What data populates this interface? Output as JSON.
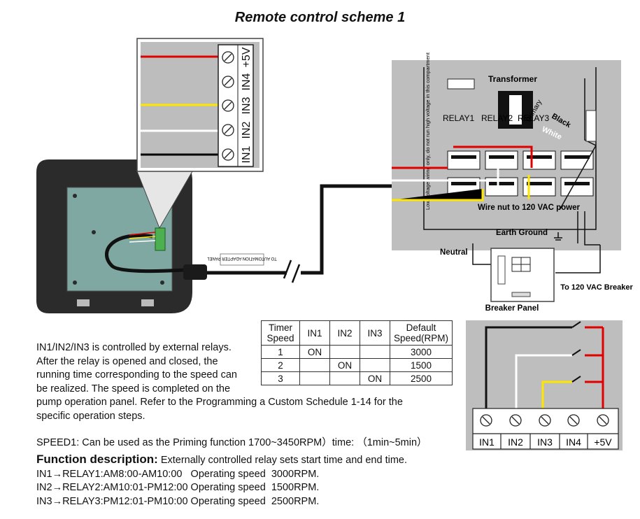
{
  "title": "Remote control scheme 1",
  "terminal_block_zoom": {
    "terminals": [
      "+5V",
      "IN4",
      "IN3",
      "IN2",
      "IN1"
    ],
    "wire_colors": [
      "#e00000",
      "#ffe600",
      "#ffffff",
      "#000000"
    ]
  },
  "cable_tag": "TO AUTOMATION ADAPTER PANEL",
  "panel": {
    "side_text": "Low voltage wiring only, do not run high voltage in this compartment",
    "transformer_label": "Transformer",
    "relay_labels": [
      "RELAY1",
      "RELAY2",
      "RELAY3"
    ],
    "primary_label": "Primary",
    "black_label": "Black",
    "white_label": "White",
    "wire_note": "Wire nut to 120 VAC power",
    "earth_label": "Earth Ground",
    "neutral_label": "Neutral",
    "breaker_panel_label": "Breaker Panel",
    "to_breaker_label": "To 120 VAC Breaker"
  },
  "timer_table": {
    "headers": [
      "Timer Speed",
      "IN1",
      "IN2",
      "IN3",
      "Default Speed(RPM)"
    ],
    "rows": [
      [
        "1",
        "ON",
        "",
        "",
        "3000"
      ],
      [
        "2",
        "",
        "ON",
        "",
        "1500"
      ],
      [
        "3",
        "",
        "",
        "ON",
        "2500"
      ]
    ]
  },
  "description_lines": [
    "IN1/IN2/IN3 is controlled by external relays.",
    "After the relay is opened and closed, the",
    "running time corresponding to the speed can",
    "be realized. The speed is completed on the",
    "pump operation panel. Refer to the Programming a Custom Schedule 1-14 for the",
    "specific operation steps."
  ],
  "speed1_note": "SPEED1: Can be used as the Priming function 1700~3450RPM）time: （1min~5min）",
  "function": {
    "heading": "Function description:",
    "intro": "Externally controlled relay sets start time and end time.",
    "items": [
      "IN1→RELAY1:AM8:00-AM10:00   Operating speed  3000RPM.",
      "IN2→RELAY2:AM10:01-PM12:00 Operating speed  1500RPM.",
      "IN3→RELAY3:PM12:01-PM10:00 Operating speed  2500RPM."
    ]
  },
  "switch_diagram": {
    "terminals": [
      "IN1",
      "IN2",
      "IN3",
      "IN4",
      "+5V"
    ]
  }
}
